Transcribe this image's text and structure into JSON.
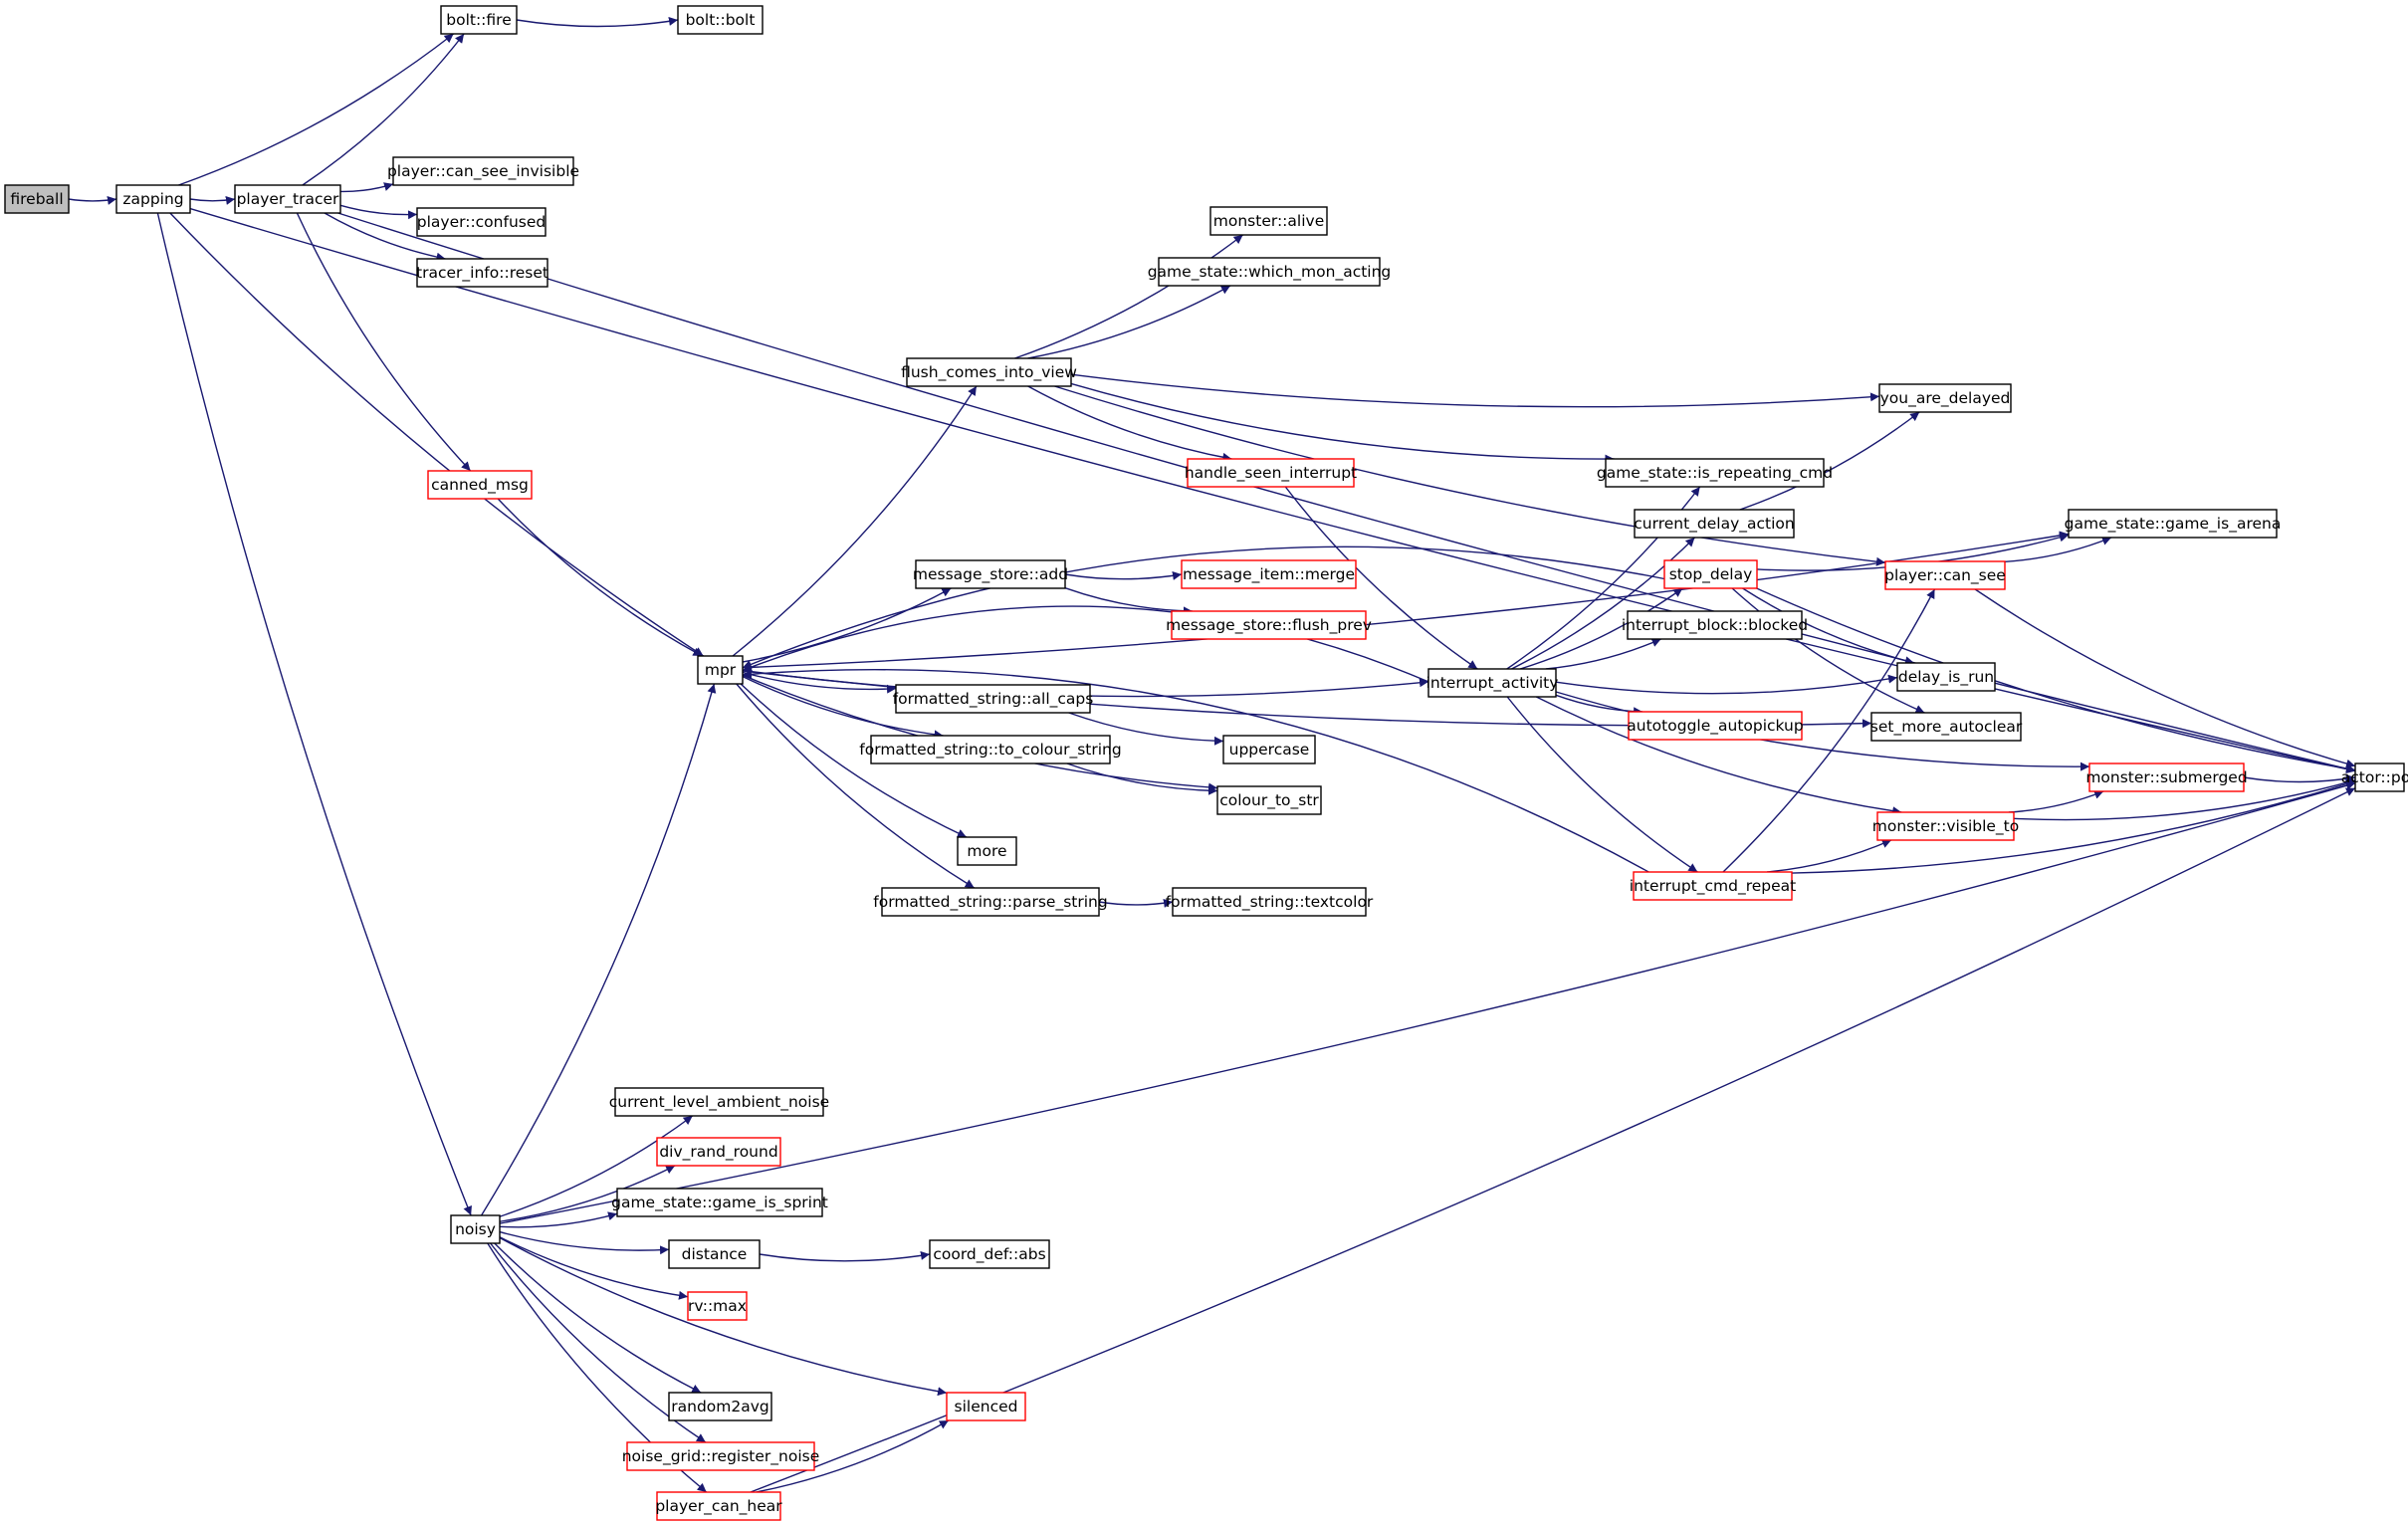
{
  "colors": {
    "edge": "#191970",
    "node_border_default": "#000000",
    "node_border_truncated": "#ff0000",
    "root_fill": "#bfbfbf",
    "node_fill": "#ffffff"
  },
  "graph": {
    "nodes": [
      {
        "id": "fireball",
        "label": "fireball",
        "style": "root"
      },
      {
        "id": "zapping",
        "label": "zapping",
        "style": "normal"
      },
      {
        "id": "bolt_fire",
        "label": "bolt::fire",
        "style": "normal"
      },
      {
        "id": "bolt_bolt",
        "label": "bolt::bolt",
        "style": "normal"
      },
      {
        "id": "player_tracer",
        "label": "player_tracer",
        "style": "normal"
      },
      {
        "id": "can_see_invisible",
        "label": "player::can_see_invisible",
        "style": "normal"
      },
      {
        "id": "player_confused",
        "label": "player::confused",
        "style": "normal"
      },
      {
        "id": "tracer_reset",
        "label": "tracer_info::reset",
        "style": "normal"
      },
      {
        "id": "canned_msg",
        "label": "canned_msg",
        "style": "truncated"
      },
      {
        "id": "mpr",
        "label": "mpr",
        "style": "normal"
      },
      {
        "id": "monster_alive",
        "label": "monster::alive",
        "style": "normal"
      },
      {
        "id": "which_mon_acting",
        "label": "game_state::which_mon_acting",
        "style": "normal"
      },
      {
        "id": "flush_comes",
        "label": "flush_comes_into_view",
        "style": "normal"
      },
      {
        "id": "handle_seen",
        "label": "handle_seen_interrupt",
        "style": "truncated"
      },
      {
        "id": "msgstore_add",
        "label": "message_store::add",
        "style": "normal"
      },
      {
        "id": "msgitem_merge",
        "label": "message_item::merge",
        "style": "truncated"
      },
      {
        "id": "flush_prev",
        "label": "message_store::flush_prev",
        "style": "truncated"
      },
      {
        "id": "all_caps",
        "label": "formatted_string::all_caps",
        "style": "normal"
      },
      {
        "id": "uppercase",
        "label": "uppercase",
        "style": "normal"
      },
      {
        "id": "to_colour_string",
        "label": "formatted_string::to_colour_string",
        "style": "normal"
      },
      {
        "id": "colour_to_str",
        "label": "colour_to_str",
        "style": "normal"
      },
      {
        "id": "more",
        "label": "more",
        "style": "normal"
      },
      {
        "id": "parse_string",
        "label": "formatted_string::parse_string",
        "style": "normal"
      },
      {
        "id": "textcolor",
        "label": "formatted_string::textcolor",
        "style": "normal"
      },
      {
        "id": "interrupt_activity",
        "label": "interrupt_activity",
        "style": "normal"
      },
      {
        "id": "is_repeating_cmd",
        "label": "game_state::is_repeating_cmd",
        "style": "normal"
      },
      {
        "id": "current_delay_action",
        "label": "current_delay_action",
        "style": "normal"
      },
      {
        "id": "stop_delay",
        "label": "stop_delay",
        "style": "truncated"
      },
      {
        "id": "interrupt_blocked",
        "label": "interrupt_block::blocked",
        "style": "normal"
      },
      {
        "id": "autotoggle",
        "label": "autotoggle_autopickup",
        "style": "truncated"
      },
      {
        "id": "interrupt_cmd_repeat",
        "label": "interrupt_cmd_repeat",
        "style": "truncated"
      },
      {
        "id": "you_are_delayed",
        "label": "you_are_delayed",
        "style": "normal"
      },
      {
        "id": "player_can_see",
        "label": "player::can_see",
        "style": "truncated"
      },
      {
        "id": "delay_is_run",
        "label": "delay_is_run",
        "style": "normal"
      },
      {
        "id": "set_more_autoclear",
        "label": "set_more_autoclear",
        "style": "normal"
      },
      {
        "id": "visible_to",
        "label": "monster::visible_to",
        "style": "truncated"
      },
      {
        "id": "game_is_arena",
        "label": "game_state::game_is_arena",
        "style": "normal"
      },
      {
        "id": "submerged",
        "label": "monster::submerged",
        "style": "truncated"
      },
      {
        "id": "actor_pos",
        "label": "actor::pos",
        "style": "normal"
      },
      {
        "id": "noisy",
        "label": "noisy",
        "style": "normal"
      },
      {
        "id": "ambient_noise",
        "label": "current_level_ambient_noise",
        "style": "normal"
      },
      {
        "id": "div_rand_round",
        "label": "div_rand_round",
        "style": "truncated"
      },
      {
        "id": "game_is_sprint",
        "label": "game_state::game_is_sprint",
        "style": "normal"
      },
      {
        "id": "distance",
        "label": "distance",
        "style": "normal"
      },
      {
        "id": "coord_abs",
        "label": "coord_def::abs",
        "style": "normal"
      },
      {
        "id": "rv_max",
        "label": "rv::max",
        "style": "truncated"
      },
      {
        "id": "random2avg",
        "label": "random2avg",
        "style": "normal"
      },
      {
        "id": "silenced",
        "label": "silenced",
        "style": "truncated"
      },
      {
        "id": "register_noise",
        "label": "noise_grid::register_noise",
        "style": "truncated"
      },
      {
        "id": "player_can_hear",
        "label": "player_can_hear",
        "style": "truncated"
      }
    ],
    "edges": [
      [
        "fireball",
        "zapping"
      ],
      [
        "zapping",
        "bolt_fire"
      ],
      [
        "zapping",
        "player_tracer"
      ],
      [
        "zapping",
        "actor_pos"
      ],
      [
        "zapping",
        "mpr"
      ],
      [
        "zapping",
        "noisy"
      ],
      [
        "bolt_fire",
        "bolt_bolt"
      ],
      [
        "player_tracer",
        "bolt_fire"
      ],
      [
        "player_tracer",
        "can_see_invisible"
      ],
      [
        "player_tracer",
        "player_confused"
      ],
      [
        "player_tracer",
        "tracer_reset"
      ],
      [
        "player_tracer",
        "canned_msg"
      ],
      [
        "player_tracer",
        "actor_pos"
      ],
      [
        "canned_msg",
        "mpr"
      ],
      [
        "mpr",
        "flush_comes"
      ],
      [
        "mpr",
        "msgstore_add"
      ],
      [
        "mpr",
        "all_caps"
      ],
      [
        "mpr",
        "to_colour_string"
      ],
      [
        "mpr",
        "colour_to_str"
      ],
      [
        "mpr",
        "more"
      ],
      [
        "mpr",
        "parse_string"
      ],
      [
        "mpr",
        "interrupt_activity"
      ],
      [
        "mpr",
        "game_is_arena"
      ],
      [
        "mpr",
        "set_more_autoclear"
      ],
      [
        "flush_comes",
        "monster_alive"
      ],
      [
        "flush_comes",
        "which_mon_acting"
      ],
      [
        "flush_comes",
        "you_are_delayed"
      ],
      [
        "flush_comes",
        "is_repeating_cmd"
      ],
      [
        "flush_comes",
        "handle_seen"
      ],
      [
        "flush_comes",
        "player_can_see"
      ],
      [
        "handle_seen",
        "interrupt_activity"
      ],
      [
        "msgstore_add",
        "msgitem_merge"
      ],
      [
        "msgstore_add",
        "flush_prev"
      ],
      [
        "all_caps",
        "uppercase"
      ],
      [
        "to_colour_string",
        "colour_to_str"
      ],
      [
        "parse_string",
        "textcolor"
      ],
      [
        "interrupt_activity",
        "mpr"
      ],
      [
        "interrupt_activity",
        "is_repeating_cmd"
      ],
      [
        "interrupt_activity",
        "current_delay_action"
      ],
      [
        "interrupt_activity",
        "stop_delay"
      ],
      [
        "interrupt_activity",
        "interrupt_blocked"
      ],
      [
        "interrupt_activity",
        "delay_is_run"
      ],
      [
        "interrupt_activity",
        "autotoggle"
      ],
      [
        "interrupt_activity",
        "submerged"
      ],
      [
        "interrupt_activity",
        "visible_to"
      ],
      [
        "interrupt_activity",
        "interrupt_cmd_repeat"
      ],
      [
        "current_delay_action",
        "you_are_delayed"
      ],
      [
        "stop_delay",
        "mpr"
      ],
      [
        "stop_delay",
        "game_is_arena"
      ],
      [
        "stop_delay",
        "delay_is_run"
      ],
      [
        "stop_delay",
        "set_more_autoclear"
      ],
      [
        "stop_delay",
        "actor_pos"
      ],
      [
        "interrupt_cmd_repeat",
        "mpr"
      ],
      [
        "interrupt_cmd_repeat",
        "player_can_see"
      ],
      [
        "interrupt_cmd_repeat",
        "visible_to"
      ],
      [
        "interrupt_cmd_repeat",
        "actor_pos"
      ],
      [
        "player_can_see",
        "game_is_arena"
      ],
      [
        "player_can_see",
        "actor_pos"
      ],
      [
        "visible_to",
        "submerged"
      ],
      [
        "visible_to",
        "actor_pos"
      ],
      [
        "submerged",
        "actor_pos"
      ],
      [
        "noisy",
        "mpr"
      ],
      [
        "noisy",
        "actor_pos"
      ],
      [
        "noisy",
        "ambient_noise"
      ],
      [
        "noisy",
        "div_rand_round"
      ],
      [
        "noisy",
        "game_is_sprint"
      ],
      [
        "noisy",
        "distance"
      ],
      [
        "noisy",
        "rv_max"
      ],
      [
        "noisy",
        "random2avg"
      ],
      [
        "noisy",
        "silenced"
      ],
      [
        "noisy",
        "register_noise"
      ],
      [
        "noisy",
        "player_can_hear"
      ],
      [
        "distance",
        "coord_abs"
      ],
      [
        "player_can_hear",
        "silenced"
      ],
      [
        "player_can_hear",
        "actor_pos"
      ]
    ]
  }
}
